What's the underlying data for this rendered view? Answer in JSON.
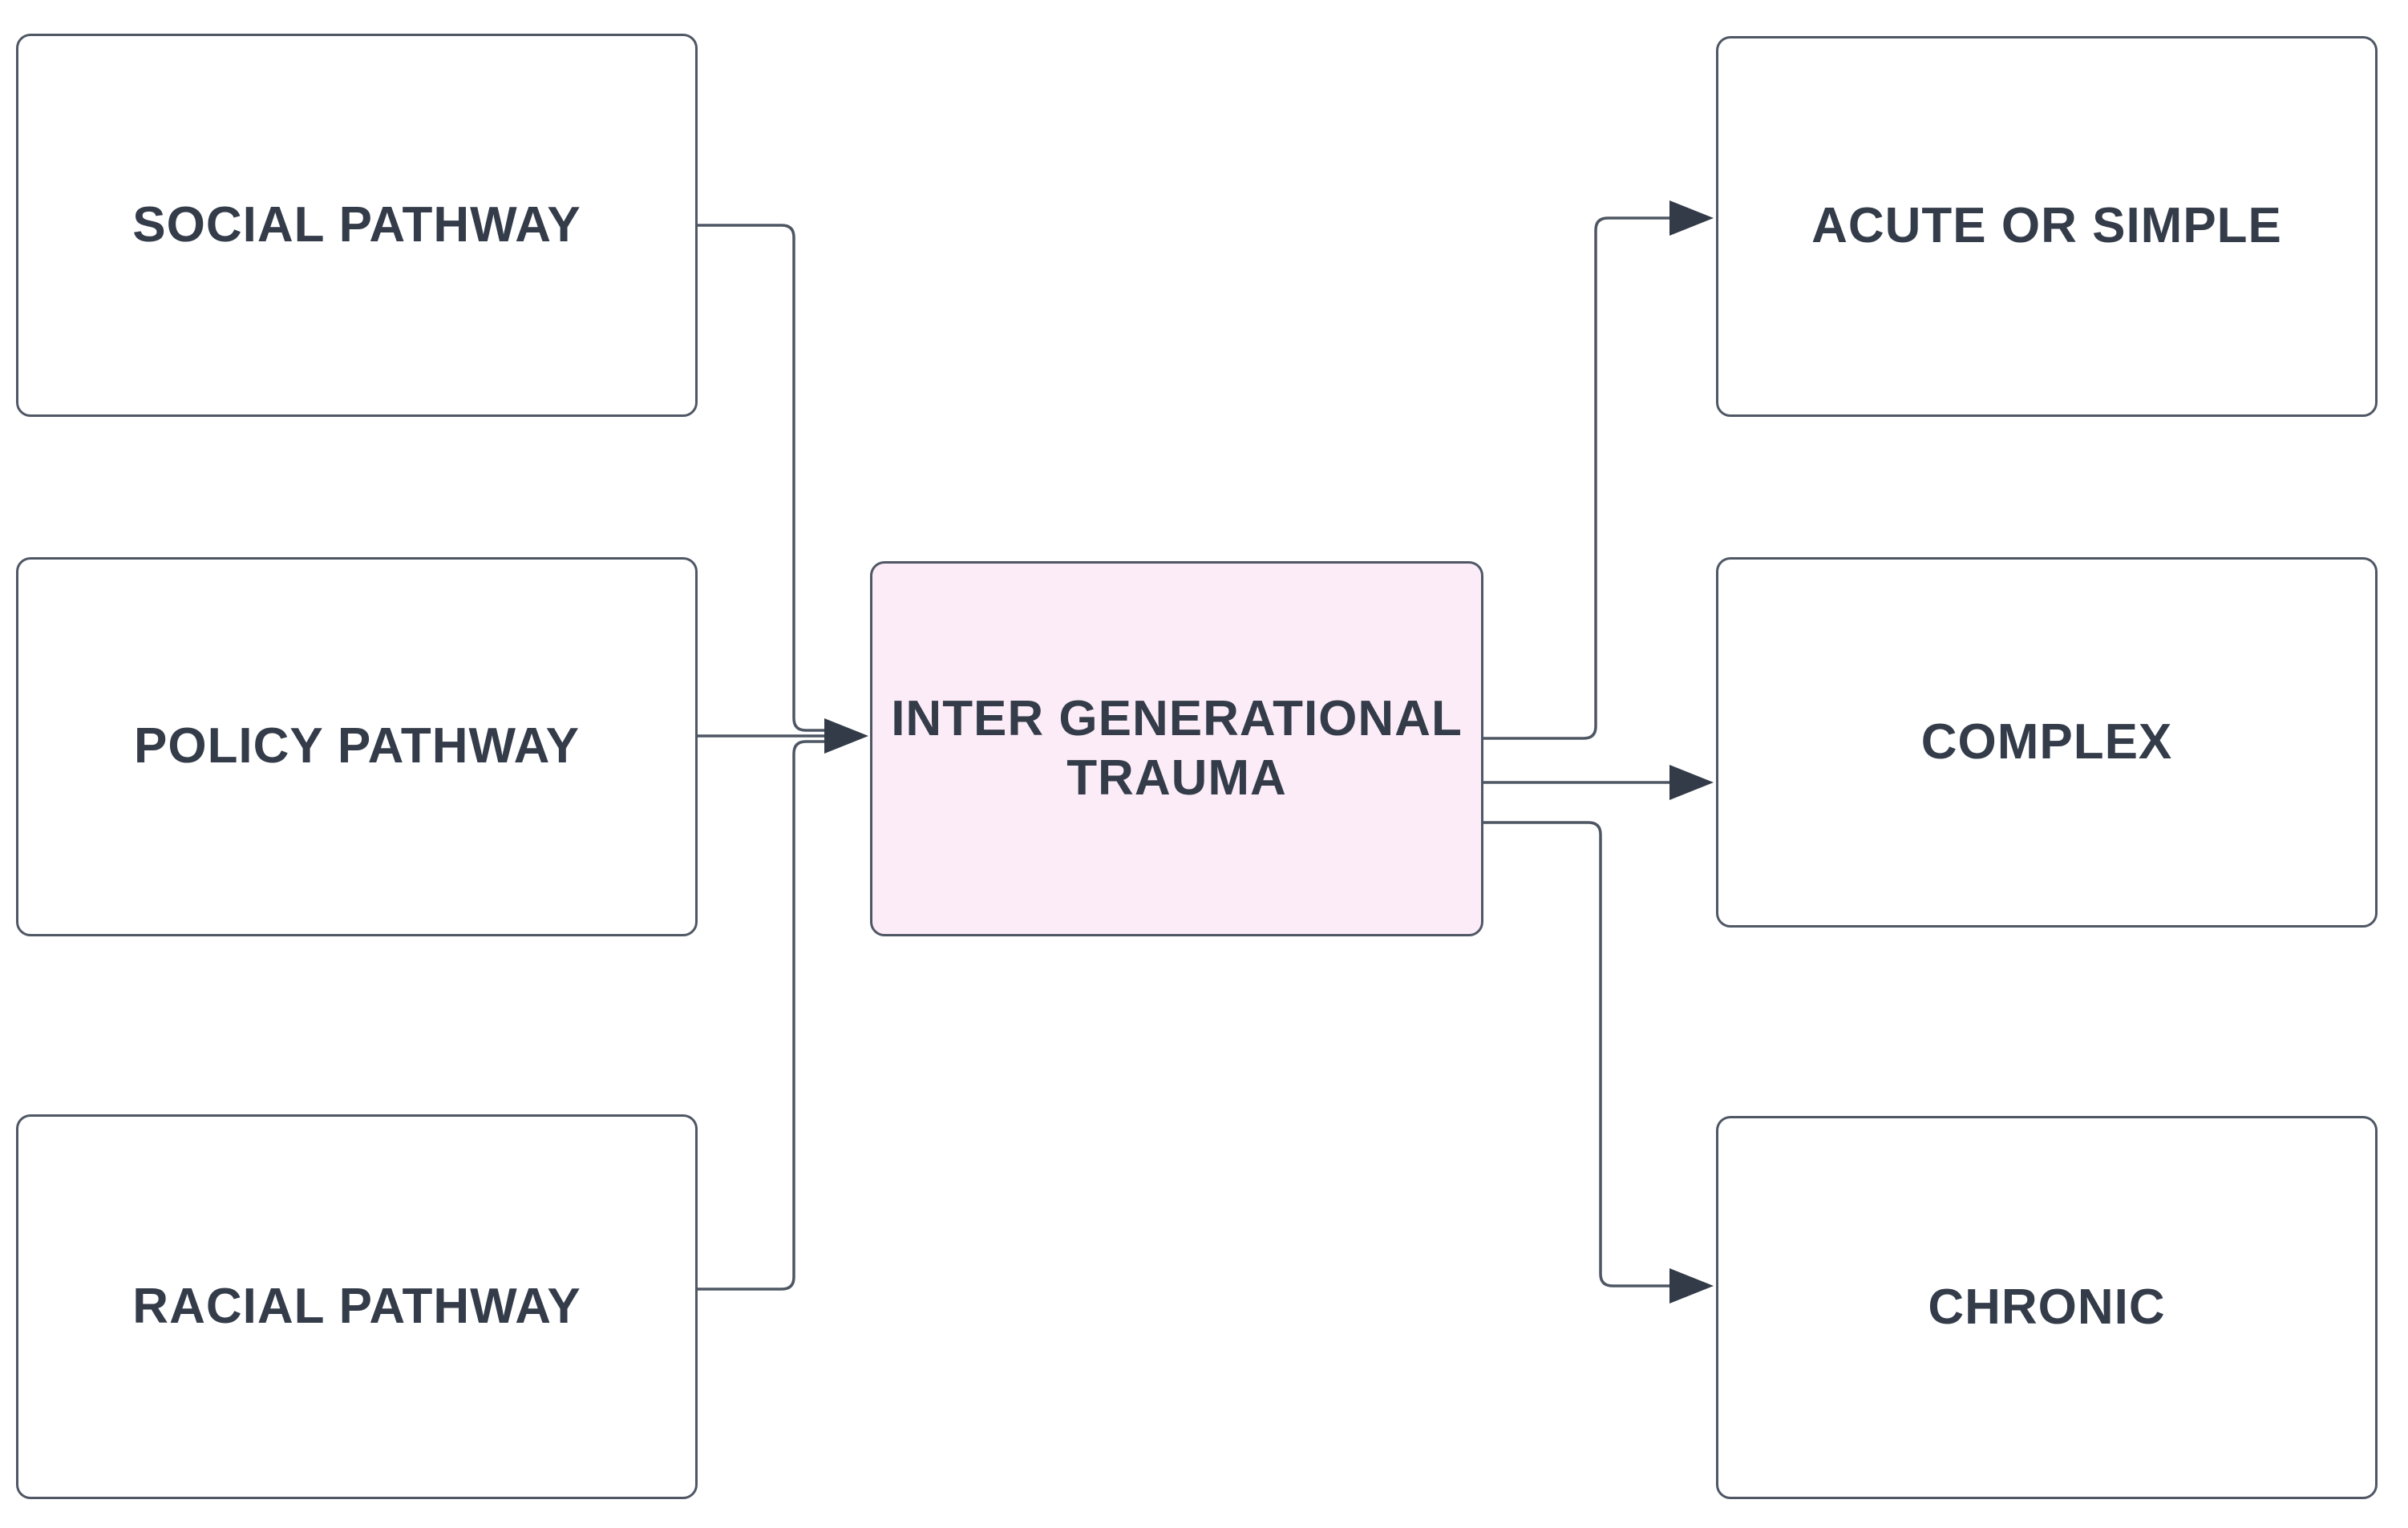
{
  "diagram": {
    "nodes": {
      "social": {
        "label": "SOCIAL PATHWAY"
      },
      "policy": {
        "label": "POLICY PATHWAY"
      },
      "racial": {
        "label": "RACIAL PATHWAY"
      },
      "trauma": {
        "label": "INTER GENERATIONAL TRAUMA"
      },
      "acute": {
        "label": "ACUTE OR SIMPLE"
      },
      "complex": {
        "label": "COMPLEX"
      },
      "chronic": {
        "label": "CHRONIC"
      }
    },
    "edges": [
      {
        "from": "SOCIAL PATHWAY",
        "to": "INTER GENERATIONAL TRAUMA"
      },
      {
        "from": "POLICY PATHWAY",
        "to": "INTER GENERATIONAL TRAUMA"
      },
      {
        "from": "RACIAL PATHWAY",
        "to": "INTER GENERATIONAL TRAUMA"
      },
      {
        "from": "INTER GENERATIONAL TRAUMA",
        "to": "ACUTE OR SIMPLE"
      },
      {
        "from": "INTER GENERATIONAL TRAUMA",
        "to": "COMPLEX"
      },
      {
        "from": "INTER GENERATIONAL TRAUMA",
        "to": "CHRONIC"
      }
    ],
    "colors": {
      "node_fill": "#ffffff",
      "highlight_fill": "#fcecf7",
      "border": "#4f5765",
      "connector": "#4d5662",
      "text": "#343c4a",
      "background": "#ffffff"
    }
  }
}
